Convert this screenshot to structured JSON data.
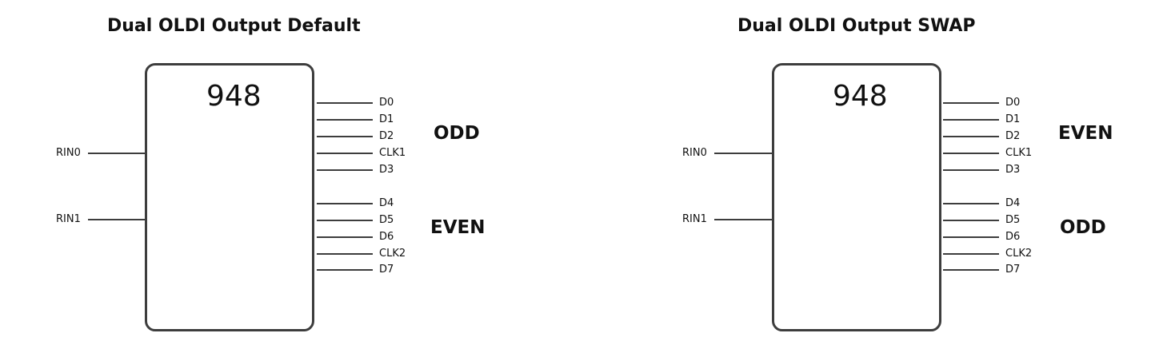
{
  "colors": {
    "stroke": "#3d3d3d",
    "text": "#111111",
    "background": "#ffffff"
  },
  "panels": [
    {
      "title": "Dual OLDI Output Default",
      "chip_label": "948",
      "inputs": [
        "RIN0",
        "RIN1"
      ],
      "outputs": [
        "D0",
        "D1",
        "D2",
        "CLK1",
        "D3",
        "D4",
        "D5",
        "D6",
        "CLK2",
        "D7"
      ],
      "group_top": "ODD",
      "group_bottom": "EVEN"
    },
    {
      "title": "Dual OLDI Output SWAP",
      "chip_label": "948",
      "inputs": [
        "RIN0",
        "RIN1"
      ],
      "outputs": [
        "D0",
        "D1",
        "D2",
        "CLK1",
        "D3",
        "D4",
        "D5",
        "D6",
        "CLK2",
        "D7"
      ],
      "group_top": "EVEN",
      "group_bottom": "ODD"
    }
  ]
}
